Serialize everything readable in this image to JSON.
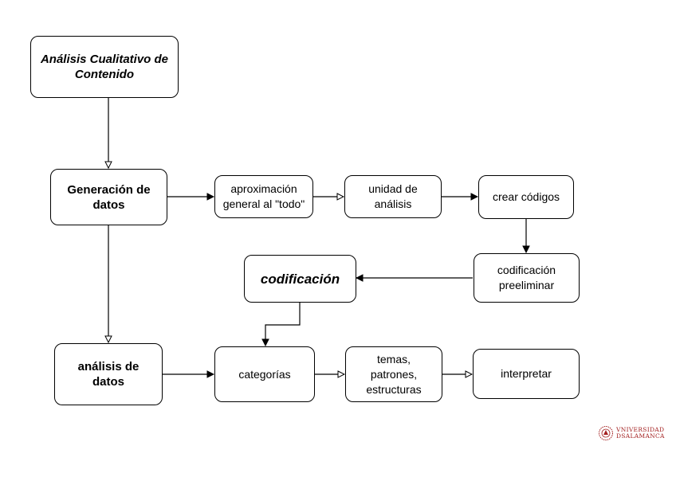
{
  "nodes": {
    "analisis_cualitativo": "Análisis Cualitativo de\nContenido",
    "generacion_datos": "Generación de\ndatos",
    "aproximacion": "aproximación\ngeneral al \"todo\"",
    "unidad_analisis": "unidad de\nanálisis",
    "crear_codigos": "crear códigos",
    "codificacion_preeliminar": "codificación\npreeliminar",
    "codificacion": "codificación",
    "analisis_datos": "análisis de\ndatos",
    "categorias": "categorías",
    "temas": "temas,\npatrones,\nestructuras",
    "interpretar": "interpretar"
  },
  "logo": {
    "line1": "VNIVERSIDAD",
    "line2": "DSALAMANCA",
    "icon": "university-seal-icon",
    "color": "#a32020"
  },
  "colors": {
    "stroke": "#000000",
    "background": "#ffffff"
  }
}
